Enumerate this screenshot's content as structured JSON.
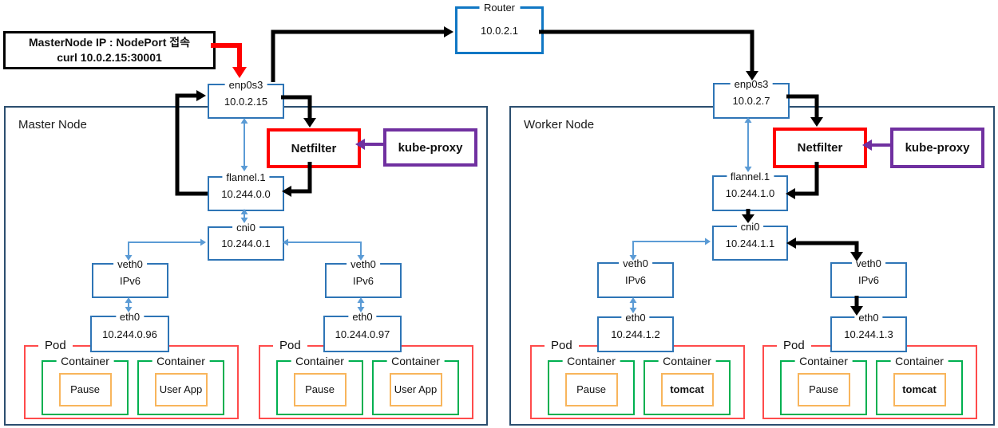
{
  "annotation": {
    "line1": "MasterNode IP : NodePort 접속",
    "line2": "curl 10.0.2.15:30001"
  },
  "router": {
    "label": "Router",
    "ip": "10.0.2.1"
  },
  "master": {
    "title": "Master Node",
    "netfilter_label": "Netfilter",
    "kube_proxy_label": "kube-proxy",
    "interfaces": {
      "enp0s3": {
        "label": "enp0s3",
        "value": "10.0.2.15"
      },
      "flannel": {
        "label": "flannel.1",
        "value": "10.244.0.0"
      },
      "cni0": {
        "label": "cni0",
        "value": "10.244.0.1"
      },
      "veth0_left": {
        "label": "veth0",
        "value": "IPv6"
      },
      "veth0_right": {
        "label": "veth0",
        "value": "IPv6"
      },
      "eth0_left": {
        "label": "eth0",
        "value": "10.244.0.96"
      },
      "eth0_right": {
        "label": "eth0",
        "value": "10.244.0.97"
      }
    },
    "pods": [
      {
        "label": "Pod",
        "containers": [
          {
            "label": "Container",
            "app": "Pause"
          },
          {
            "label": "Container",
            "app": "User App"
          }
        ]
      },
      {
        "label": "Pod",
        "containers": [
          {
            "label": "Container",
            "app": "Pause"
          },
          {
            "label": "Container",
            "app": "User App"
          }
        ]
      }
    ]
  },
  "worker": {
    "title": "Worker Node",
    "netfilter_label": "Netfilter",
    "kube_proxy_label": "kube-proxy",
    "interfaces": {
      "enp0s3": {
        "label": "enp0s3",
        "value": "10.0.2.7"
      },
      "flannel": {
        "label": "flannel.1",
        "value": "10.244.1.0"
      },
      "cni0": {
        "label": "cni0",
        "value": "10.244.1.1"
      },
      "veth0_left": {
        "label": "veth0",
        "value": "IPv6"
      },
      "veth0_right": {
        "label": "veth0",
        "value": "IPv6"
      },
      "eth0_left": {
        "label": "eth0",
        "value": "10.244.1.2"
      },
      "eth0_right": {
        "label": "eth0",
        "value": "10.244.1.3"
      }
    },
    "pods": [
      {
        "label": "Pod",
        "containers": [
          {
            "label": "Container",
            "app": "Pause"
          },
          {
            "label": "Container",
            "app": "tomcat"
          }
        ]
      },
      {
        "label": "Pod",
        "containers": [
          {
            "label": "Container",
            "app": "Pause"
          },
          {
            "label": "Container",
            "app": "tomcat"
          }
        ]
      }
    ]
  },
  "colors": {
    "interface_border": "#2E75B6",
    "router_border": "#1077C4",
    "node_border": "#2B4E6F",
    "pod_border": "#FF4B4B",
    "container_border": "#00B050",
    "app_border": "#F8B55C",
    "netfilter_border": "#FF0000",
    "kube_proxy_border": "#7030A0",
    "flow_arrow": "#000000",
    "link_arrow": "#5B9BD5",
    "highlight_arrow": "#FF0000"
  }
}
